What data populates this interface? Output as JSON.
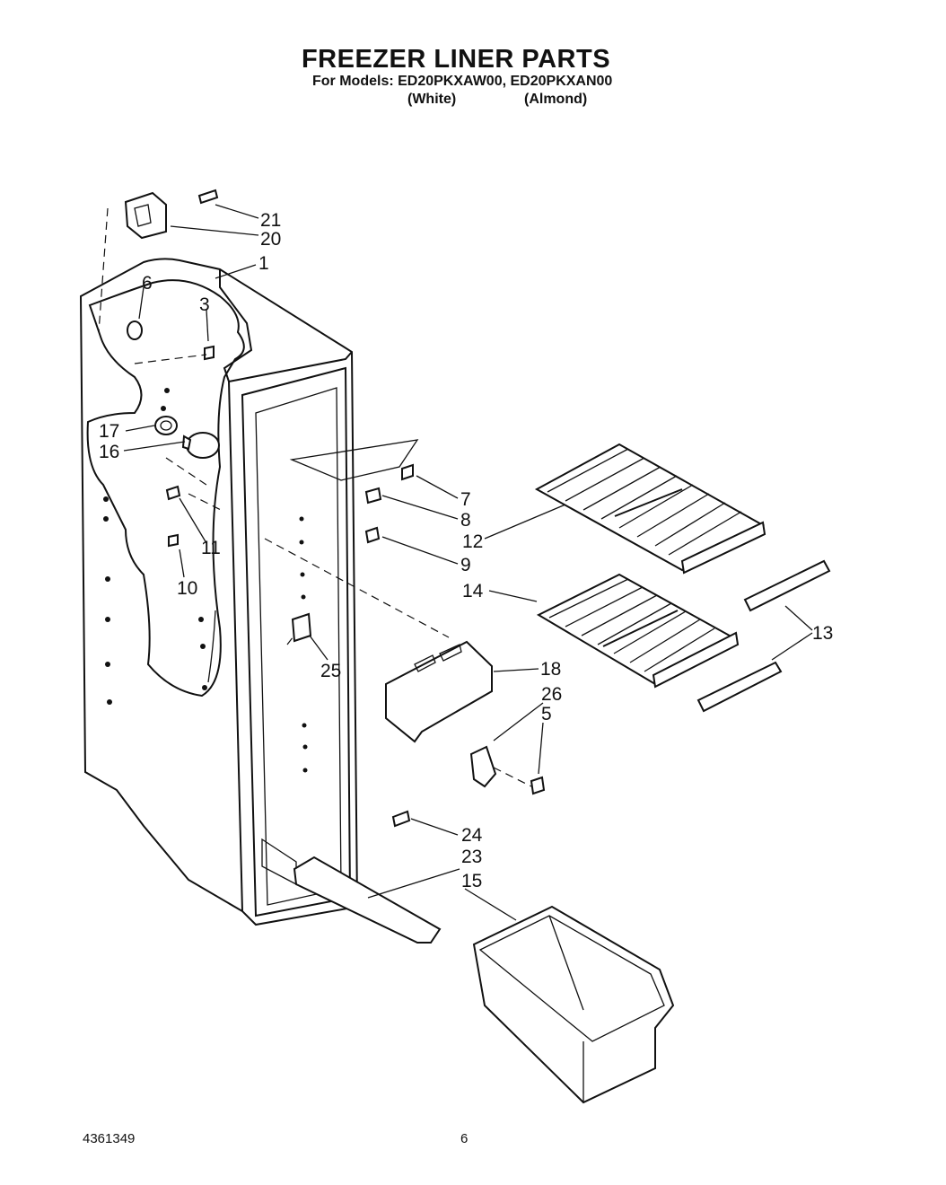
{
  "header": {
    "title": "FREEZER LINER PARTS",
    "models_line": "For Models: ED20PKXAW00, ED20PKXAN00",
    "color_white": "(White)",
    "color_almond": "(Almond)"
  },
  "callouts": [
    "21",
    "20",
    "1",
    "6",
    "3",
    "17",
    "16",
    "7",
    "8",
    "12",
    "9",
    "11",
    "10",
    "14",
    "13",
    "25",
    "18",
    "26",
    "5",
    "24",
    "23",
    "15"
  ],
  "footer": {
    "doc_number": "4361349",
    "page_number": "6"
  }
}
